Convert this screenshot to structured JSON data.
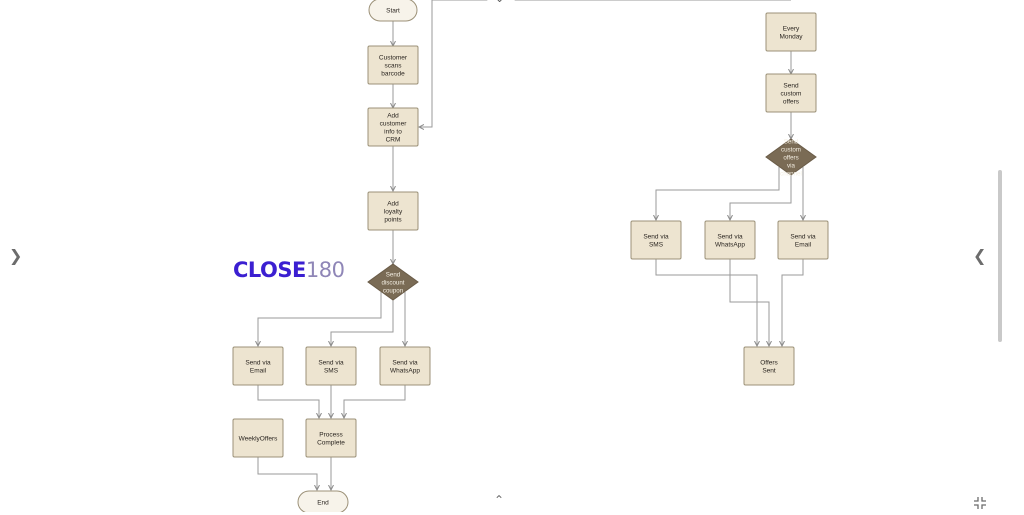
{
  "diagram": {
    "nodes": [
      {
        "id": "start",
        "kind": "terminal",
        "label": "Start"
      },
      {
        "id": "scan",
        "kind": "process",
        "label": "Customer scans barcode"
      },
      {
        "id": "crm",
        "kind": "process",
        "label": "Add customer info to CRM"
      },
      {
        "id": "loyalty",
        "kind": "process",
        "label": "Add loyalty points"
      },
      {
        "id": "coupon",
        "kind": "decision",
        "label": "Send discount coupon"
      },
      {
        "id": "email1",
        "kind": "process",
        "label": "Send via Email"
      },
      {
        "id": "sms1",
        "kind": "process",
        "label": "Send via SMS"
      },
      {
        "id": "wa1",
        "kind": "process",
        "label": "Send via WhatsApp"
      },
      {
        "id": "weekly",
        "kind": "process",
        "label": "WeeklyOffers"
      },
      {
        "id": "process_complete",
        "kind": "process",
        "label": "Process Complete"
      },
      {
        "id": "end",
        "kind": "terminal",
        "label": "End"
      },
      {
        "id": "monday",
        "kind": "process",
        "label": "Every Monday"
      },
      {
        "id": "custom",
        "kind": "process",
        "label": "Send custom offers"
      },
      {
        "id": "channel",
        "kind": "decision",
        "label": "Send custom offers via channel"
      },
      {
        "id": "sms2",
        "kind": "process",
        "label": "Send via SMS"
      },
      {
        "id": "wa2",
        "kind": "process",
        "label": "Send via WhatsApp"
      },
      {
        "id": "email2",
        "kind": "process",
        "label": "Send via Email"
      },
      {
        "id": "offers_sent",
        "kind": "process",
        "label": "Offers Sent"
      }
    ],
    "edges": [
      {
        "from": "start",
        "to": "scan"
      },
      {
        "from": "scan",
        "to": "crm"
      },
      {
        "from": "monday",
        "to": "crm"
      },
      {
        "from": "crm",
        "to": "loyalty"
      },
      {
        "from": "loyalty",
        "to": "coupon"
      },
      {
        "from": "coupon",
        "to": "email1"
      },
      {
        "from": "coupon",
        "to": "sms1"
      },
      {
        "from": "coupon",
        "to": "wa1"
      },
      {
        "from": "email1",
        "to": "process_complete"
      },
      {
        "from": "sms1",
        "to": "process_complete"
      },
      {
        "from": "wa1",
        "to": "process_complete"
      },
      {
        "from": "weekly",
        "to": "end"
      },
      {
        "from": "process_complete",
        "to": "end"
      },
      {
        "from": "monday",
        "to": "custom"
      },
      {
        "from": "custom",
        "to": "channel"
      },
      {
        "from": "channel",
        "to": "sms2"
      },
      {
        "from": "channel",
        "to": "wa2"
      },
      {
        "from": "channel",
        "to": "email2"
      },
      {
        "from": "sms2",
        "to": "offers_sent"
      },
      {
        "from": "wa2",
        "to": "offers_sent"
      },
      {
        "from": "email2",
        "to": "offers_sent"
      }
    ]
  },
  "logo": {
    "text_a": "CLOSE",
    "text_b": "180",
    "icon": "close180-logo"
  },
  "controls": {
    "left_icon": "chevron-right-icon",
    "right_icon": "chevron-left-icon",
    "top_icon": "chevron-down-icon",
    "bottom_icon": "chevron-up-icon",
    "fullscreen_icon": "collapse-fullscreen-icon"
  }
}
